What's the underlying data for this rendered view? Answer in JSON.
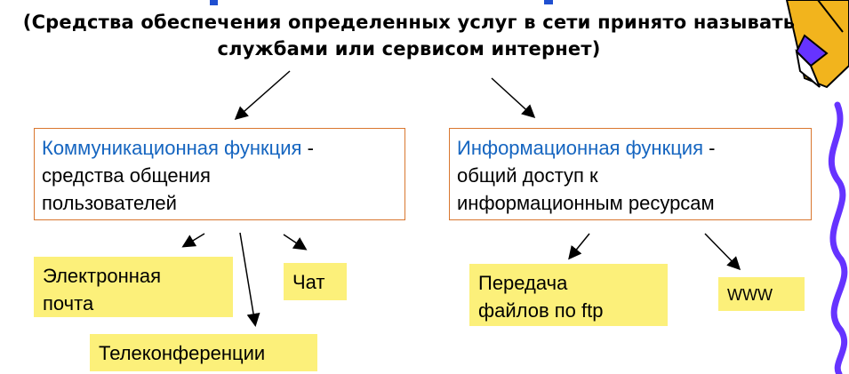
{
  "subtitle": {
    "line1": "(Средства обеспечения определенных услуг в сети принято называть",
    "line2": "службами или сервисом интернет)"
  },
  "left_box": {
    "title": "Коммуникационная функция",
    "rest_line1": " -",
    "rest_line2": "средства общения",
    "rest_line3": "пользователей"
  },
  "right_box": {
    "title": "Информационная функция",
    "rest_line1": " -",
    "rest_line2": "общий доступ к",
    "rest_line3": "информационным ресурсам"
  },
  "notes": {
    "email_line1": "Электронная",
    "email_line2": "почта",
    "chat": "Чат",
    "tele": "Телеконференции",
    "ftp_line1": "Передача",
    "ftp_line2": "файлов по ftp",
    "www": "WWW"
  },
  "colors": {
    "highlight": "#1565c0",
    "box_border": "#d9772f",
    "note_bg": "#fcf07a",
    "ribbon": "#6633ff"
  }
}
